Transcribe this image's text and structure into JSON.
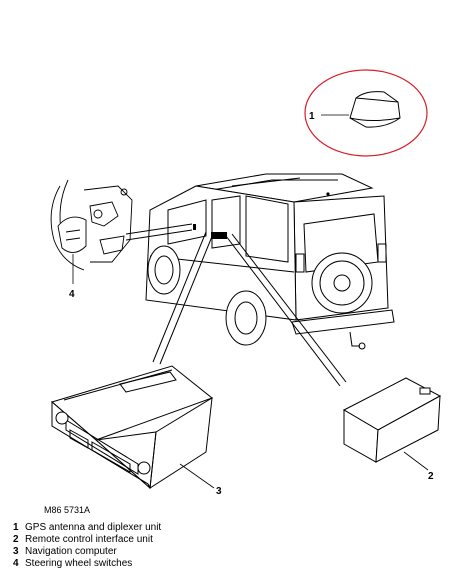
{
  "diagram": {
    "callouts": {
      "antenna": "1",
      "interface_unit": "2",
      "nav_computer": "3",
      "steering_switches": "4"
    },
    "figure_code": "M86 5731A",
    "legend": [
      {
        "num": "1",
        "text": "GPS antenna and diplexer unit"
      },
      {
        "num": "2",
        "text": "Remote control interface unit"
      },
      {
        "num": "3",
        "text": "Navigation computer"
      },
      {
        "num": "4",
        "text": "Steering wheel switches"
      }
    ],
    "colors": {
      "line": "#000000",
      "highlight_ring": "#d81e2a",
      "background": "#ffffff"
    }
  }
}
